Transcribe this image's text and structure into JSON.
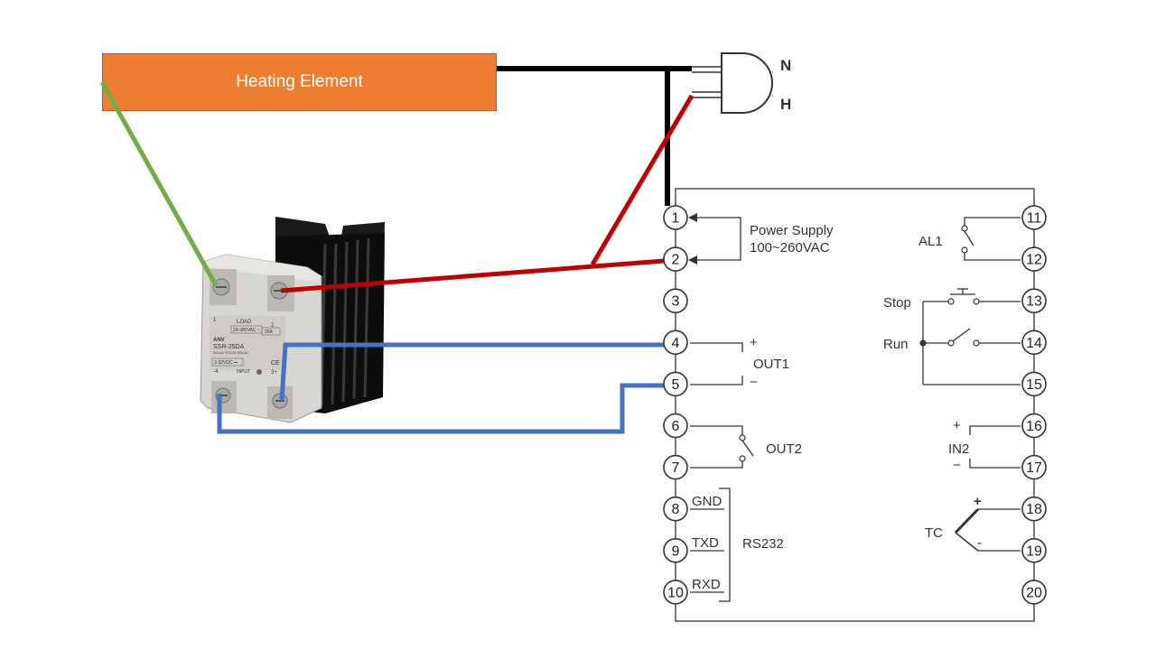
{
  "heating_element": {
    "label": "Heating Element"
  },
  "plug": {
    "neutral_label": "N",
    "hot_label": "H"
  },
  "controller": {
    "left_pins": [
      "1",
      "2",
      "3",
      "4",
      "5",
      "6",
      "7",
      "8",
      "9",
      "10"
    ],
    "right_pins": [
      "11",
      "12",
      "13",
      "14",
      "15",
      "16",
      "17",
      "18",
      "19",
      "20"
    ],
    "power_supply": {
      "line1": "Power Supply",
      "line2": "100~260VAC"
    },
    "out1": {
      "label": "OUT1",
      "plus": "+",
      "minus": "−"
    },
    "out2": {
      "label": "OUT2"
    },
    "rs232": {
      "label": "RS232",
      "gnd": "GND",
      "txd": "TXD",
      "rxd": "RXD"
    },
    "al1": {
      "label": "AL1"
    },
    "stop": {
      "label": "Stop"
    },
    "run": {
      "label": "Run"
    },
    "in2": {
      "label": "IN2",
      "plus": "+",
      "minus": "−"
    },
    "tc": {
      "label": "TC",
      "plus": "+",
      "minus": "-"
    }
  },
  "ssr": {
    "brand": "ANV",
    "model": "SSR-25DA",
    "subtitle": "SOLID STATE RELAY",
    "load_label": "LOAD",
    "load_rating": "24-380VAC ~",
    "current_rating": "25A",
    "input_rating": "3-32VDC ⎓",
    "input_label": "INPUT",
    "t1": "1",
    "t2": "2",
    "t3": "3+",
    "t4": "-4",
    "ce": "CE"
  },
  "colors": {
    "neutral_wire": "#000000",
    "hot_wire": "#C00000",
    "ground_wire": "#70AD47",
    "control_wire": "#4472C4",
    "heater_fill": "#ED7D31"
  }
}
